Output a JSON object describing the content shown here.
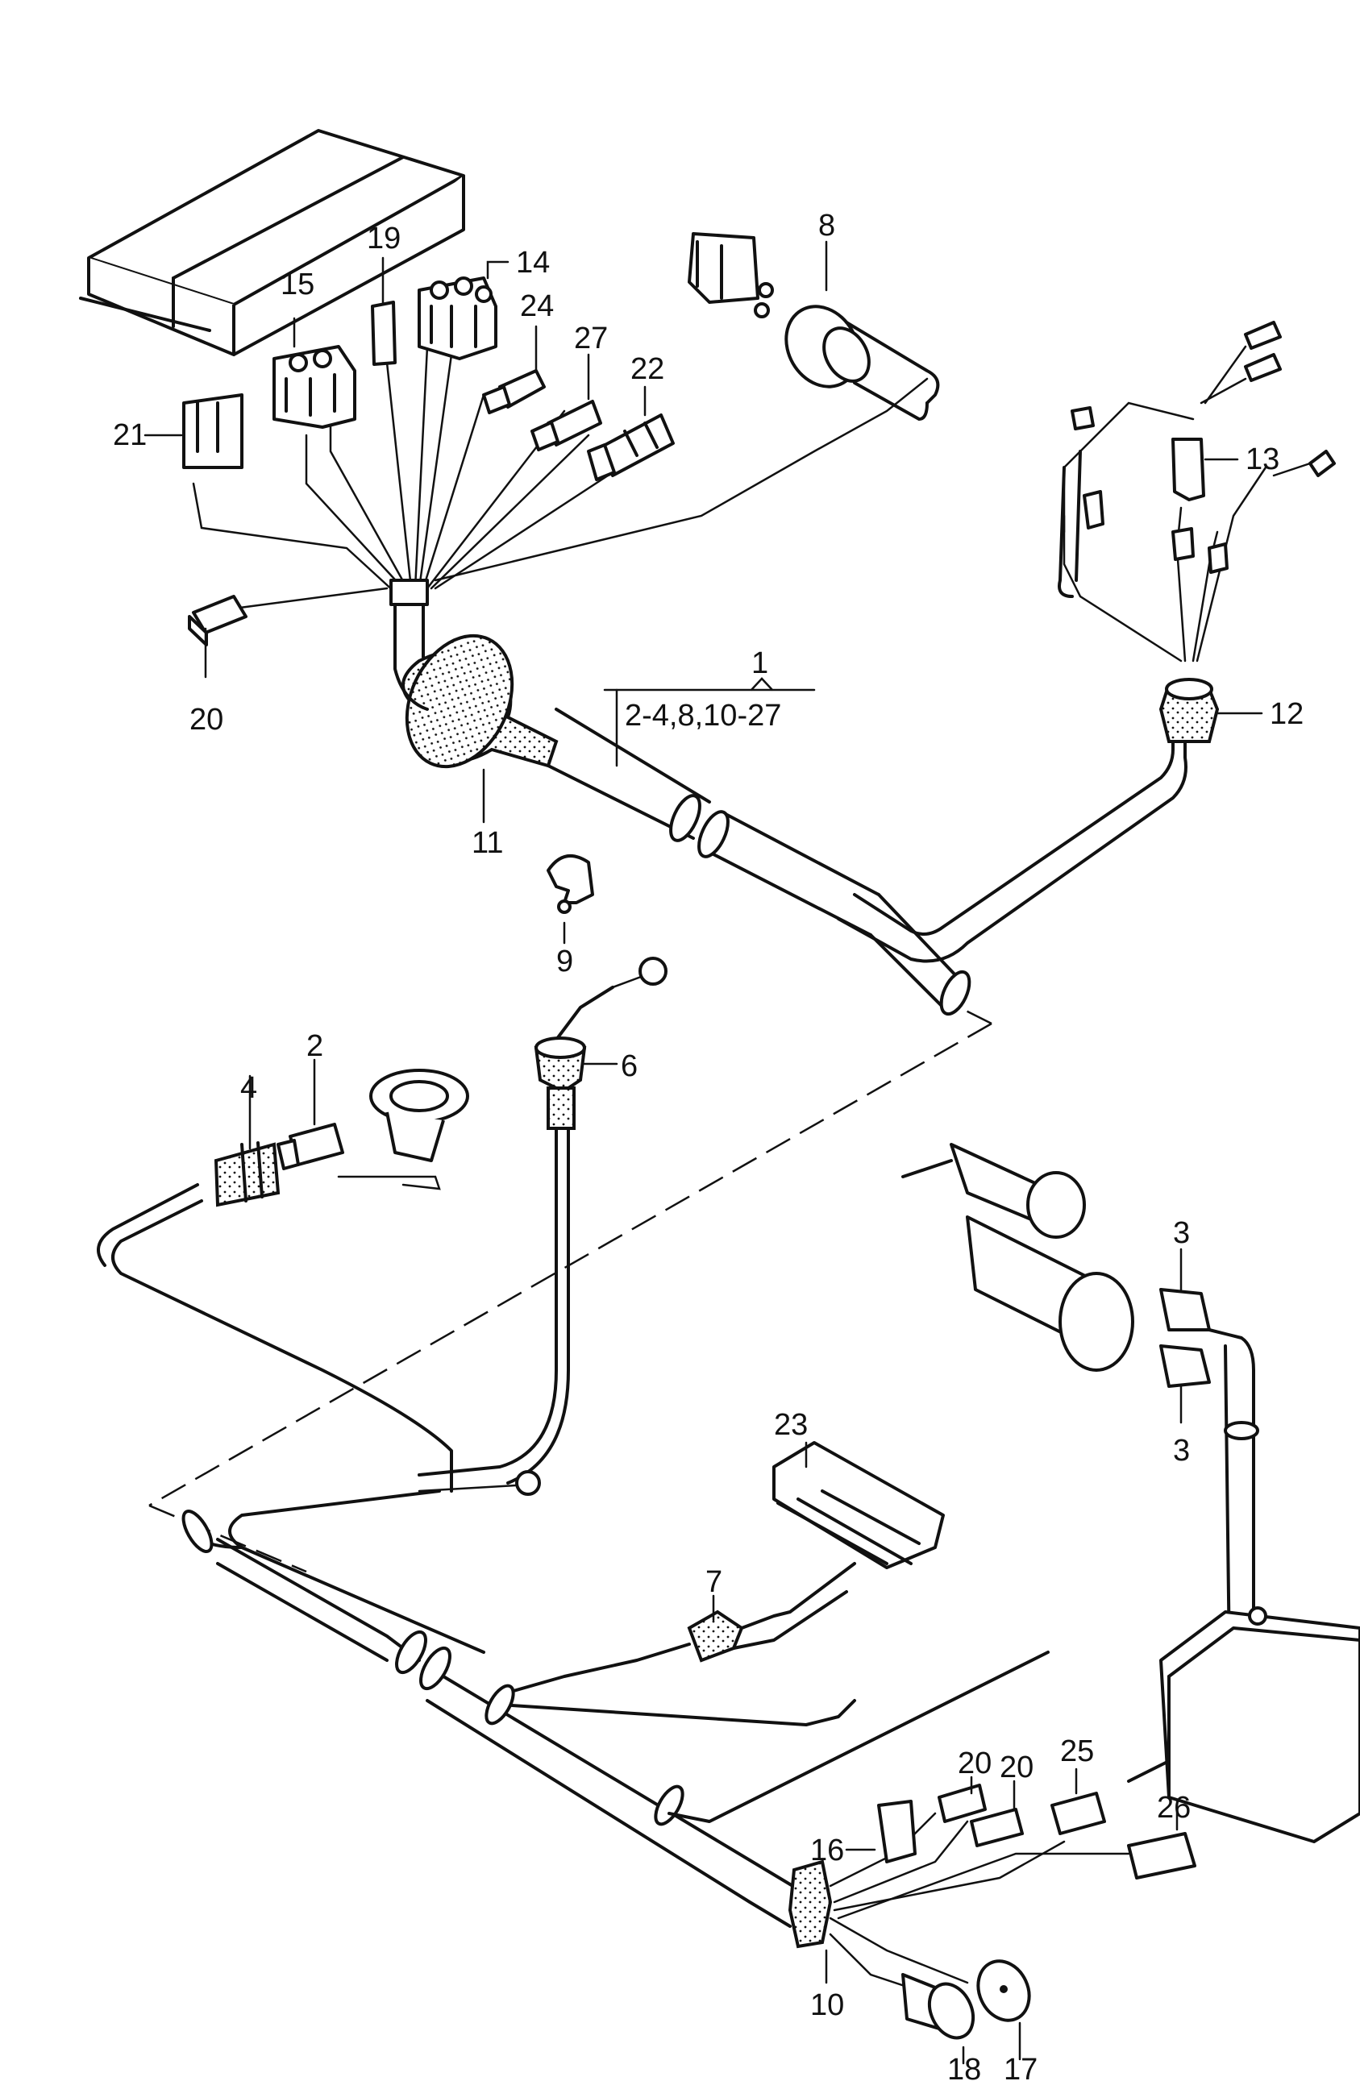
{
  "labels": {
    "p1": "1",
    "p1_range": "2-4,8,10-27",
    "p2": "2",
    "p3a": "3",
    "p3b": "3",
    "p4": "4",
    "p6": "6",
    "p7": "7",
    "p8": "8",
    "p9": "9",
    "p10": "10",
    "p11": "11",
    "p12": "12",
    "p13": "13",
    "p14": "14",
    "p15": "15",
    "p16": "16",
    "p17": "17",
    "p18": "18",
    "p19": "19",
    "p20a": "20",
    "p20b": "20",
    "p20c": "20",
    "p21": "21",
    "p22": "22",
    "p23": "23",
    "p24": "24",
    "p25": "25",
    "p26": "26",
    "p27": "27"
  }
}
